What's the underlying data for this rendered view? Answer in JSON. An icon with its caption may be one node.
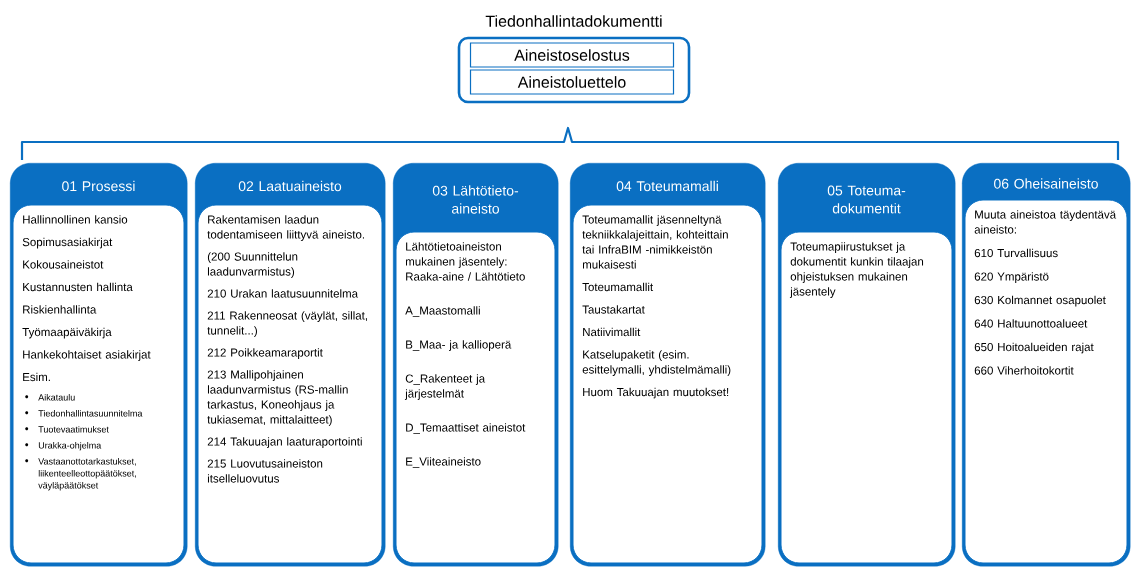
{
  "diagram": {
    "nodes": [
      {
        "text": [
          "Tiedonhallintadokumentti"
        ]
      },
      {
        "text": [
          "Aineistoselostus"
        ],
        "in": 0
      },
      {
        "text": [
          "Aineistoluettelo"
        ],
        "in": 0
      },
      {
        "text": [
          "01 Prosessi",
          "Hallinnollinen kansio",
          "Sopimusasiakirjat",
          "Kokousaineistot",
          "Kustannusten hallinta",
          "Riskienhallinta",
          "Työmaapäiväkirja",
          "Hankekohtaiset asiakirjat",
          "Esim.",
          "Aikataulu",
          "Tiedonhallintasuunnitelma",
          "Tuotevaatimukset",
          "Urakka-ohjelma",
          "Vastaanottotarkastukset, liikenteelleottopäätökset, väyläpäätökset"
        ]
      },
      {
        "text": [
          "02 Laatuaineisto",
          "Rakentamisen laadun todentamiseen liittyvä aineisto.",
          "(200 Suunnittelun laadunvarmistus)",
          "210 Urakan laatusuunnitelma",
          "211 Rakenneosat (väylät, sillat, tunnelit...)",
          "212 Poikkeamaraportit",
          "213 Mallipohjainen laadunvarmistus (RS-mallin tarkastus, Koneohjaus ja tukiasemat, mittalaitteet)",
          "214 Takuuajan laaturaportointi",
          "215 Luovutusaineiston itselleluovutus"
        ]
      },
      {
        "text": [
          "03 Lähtötieto-aineisto",
          "Lähtötietoaineiston mukainen jäsentely:",
          "Raaka-aine / Lähtötieto",
          "A_Maastomalli",
          "B_Maa- ja kallioperä",
          "C_Rakenteet ja järjestelmät",
          "D_Temaattiset aineistot",
          "E_Viiteaineisto"
        ]
      },
      {
        "text": [
          "04 Toteumamalli",
          "Toteumamallit jäsenneltynä tekniikkalajeittain, kohteittain tai InfraBIM -nimikkeistön mukaisesti",
          "Toteumamallit",
          "Taustakartat",
          "Natiivimallit",
          "Katselupaketit (esim. esittelymalli, yhdistelmämalli)",
          "Huom Takuuajan muutokset!"
        ]
      },
      {
        "text": [
          "05 Toteuma-dokumentit",
          "Toteumapiirustukset ja dokumentit",
          "kunkin tilaajan ohjeistuksen mukainen jäsentely"
        ]
      },
      {
        "text": [
          "06 Oheisaineisto",
          "Muuta aineistoa täydentävä aineisto:",
          "610 Turvallisuus",
          "620 Ympäristö",
          "630 Kolmannet osapuolet",
          "640 Haltuunottoalueet",
          "650 Hoitoalueiden rajat",
          "660 Viherhoitokortit"
        ]
      }
    ]
  }
}
